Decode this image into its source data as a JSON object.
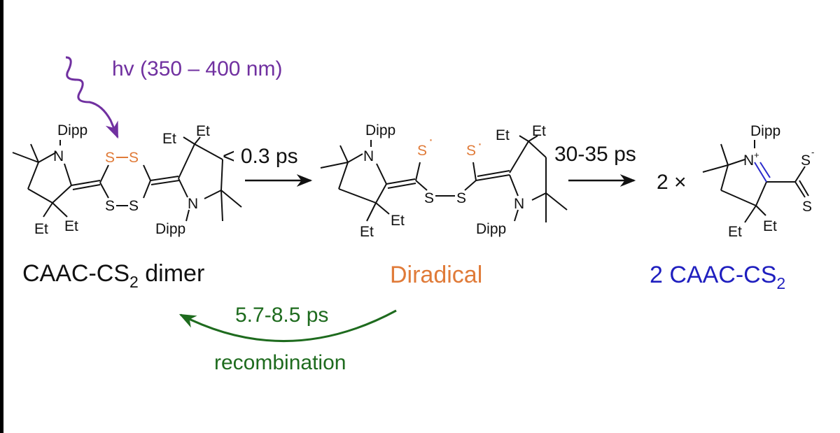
{
  "colors": {
    "black": "#111111",
    "purple": "#7030a0",
    "orange": "#e07b39",
    "green": "#1e6b1e",
    "blue": "#1f1fbf",
    "bond_blue": "#2a2acc"
  },
  "excitation": {
    "label": "hv (350 – 400 nm)"
  },
  "arrow1": {
    "label": "< 0.3 ps"
  },
  "arrow2": {
    "label": "30-35 ps"
  },
  "recombination": {
    "time": "5.7-8.5 ps",
    "label": "recombination"
  },
  "labels": {
    "dimer_main": "CAAC-CS",
    "dimer_sub": "2",
    "dimer_tail": " dimer",
    "diradical": "Diradical",
    "product_main": "2 CAAC-CS",
    "product_sub": "2"
  },
  "product_multiplier": "2 ×",
  "atoms": {
    "N": "N",
    "N_plus": "N",
    "plus": "+",
    "S": "S",
    "S_minus_charge": "-",
    "radical_dot": "·",
    "dipp": "Dipp",
    "et": "Et"
  }
}
